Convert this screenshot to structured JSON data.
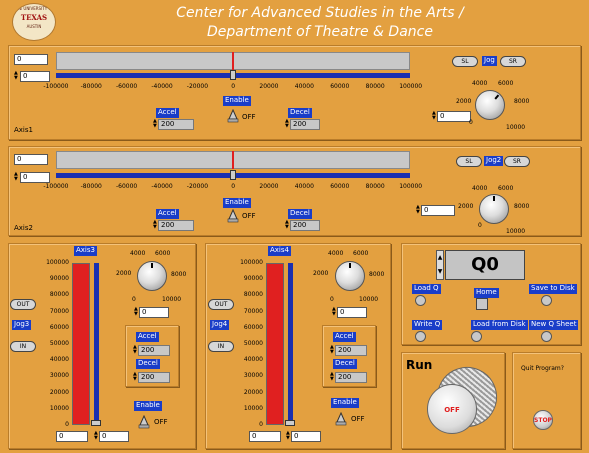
{
  "header": {
    "title_line1": "Center for Advanced Studies in the Arts /",
    "title_line2": "Department of Theatre & Dance"
  },
  "logo": {
    "university": "THE UNIVERSITY OF",
    "state": "TEXAS",
    "city": "AUSTIN"
  },
  "ticks_h": [
    "-100000",
    "-80000",
    "-60000",
    "-40000",
    "-20000",
    "0",
    "20000",
    "40000",
    "60000",
    "80000",
    "100000"
  ],
  "ticks_v": [
    "100000",
    "90000",
    "80000",
    "70000",
    "60000",
    "50000",
    "40000",
    "30000",
    "20000",
    "10000",
    "0"
  ],
  "knob_ticks": {
    "t0": "0",
    "t2000": "2000",
    "t4000": "4000",
    "t6000": "6000",
    "t8000": "8000",
    "t10000": "10000"
  },
  "axis1": {
    "name": "Axis1",
    "pos_value": "0",
    "target_value": "0",
    "position": 0,
    "accel_label": "Accel",
    "accel_value": "200",
    "decel_label": "Decel",
    "decel_value": "200",
    "enable_label": "Enable",
    "enable_state": "OFF",
    "sl_label": "SL",
    "jog_label": "Jog",
    "sr_label": "SR",
    "speed_value": "0",
    "speed": 6500
  },
  "axis2": {
    "name": "Axis2",
    "pos_value": "0",
    "target_value": "0",
    "position": 0,
    "accel_label": "Accel",
    "accel_value": "200",
    "decel_label": "Decel",
    "decel_value": "200",
    "enable_label": "Enable",
    "enable_state": "OFF",
    "sl_label": "SL",
    "jog_label": "Jog2",
    "sr_label": "SR",
    "speed_value": "0",
    "speed": 5000
  },
  "axis3": {
    "name": "Axis3",
    "pos_value": "0",
    "target_value": "0",
    "level": 1.0,
    "accel_label": "Accel",
    "accel_value": "200",
    "decel_label": "Decel",
    "decel_value": "200",
    "enable_label": "Enable",
    "enable_state": "OFF",
    "out_label": "OUT",
    "jog_label": "Jog3",
    "in_label": "IN",
    "speed_value": "0",
    "speed": 5000
  },
  "axis4": {
    "name": "Axis4",
    "pos_value": "0",
    "target_value": "0",
    "level": 1.0,
    "accel_label": "Accel",
    "accel_value": "200",
    "decel_label": "Decel",
    "decel_value": "200",
    "enable_label": "Enable",
    "enable_state": "OFF",
    "out_label": "OUT",
    "jog_label": "Jog4",
    "in_label": "IN",
    "speed_value": "0",
    "speed": 5000
  },
  "cue": {
    "current": "Q0",
    "load_q": "Load Q",
    "home": "Home",
    "save_to_disk": "Save to Disk",
    "write_q": "Write Q",
    "load_from_disk": "Load from Disk",
    "new_q_sheet": "New Q Sheet"
  },
  "run": {
    "label": "Run",
    "state": "OFF"
  },
  "quit": {
    "label": "Quit Program?",
    "stop": "STOP"
  },
  "colors": {
    "background": "#e3a040",
    "label_blue": "#1a3dc8",
    "bar_red": "#e02020",
    "track_blue": "#1a2fb0"
  }
}
